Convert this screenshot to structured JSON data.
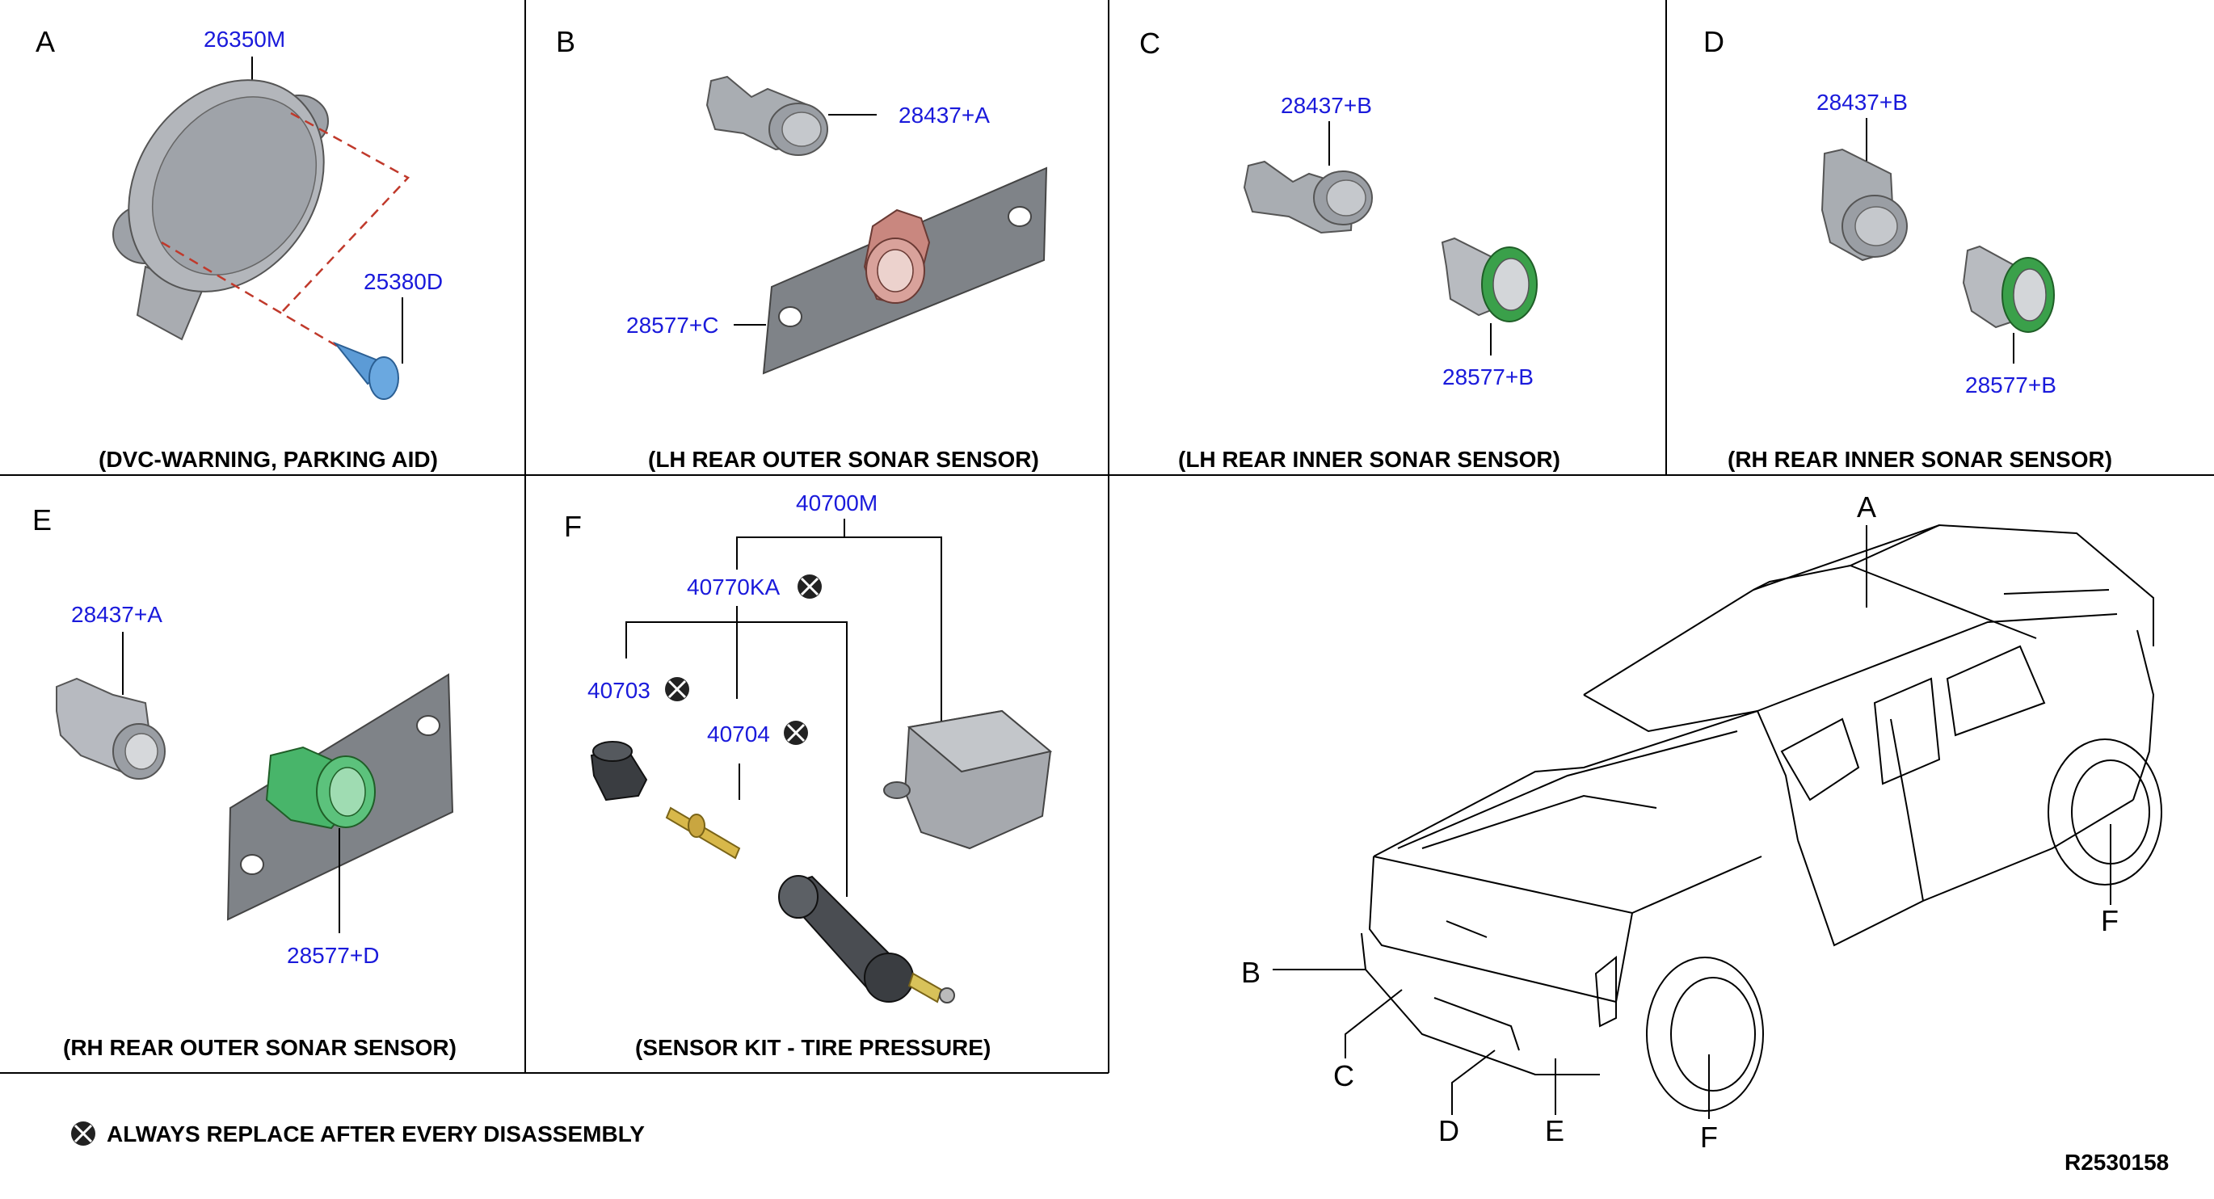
{
  "panels": {
    "A": {
      "letter": "A",
      "caption": "(DVC-WARNING, PARKING AID)",
      "parts": [
        "26350M",
        "25380D"
      ]
    },
    "B": {
      "letter": "B",
      "caption": "(LH REAR OUTER SONAR SENSOR)",
      "parts": [
        "28437+A",
        "28577+C"
      ]
    },
    "C": {
      "letter": "C",
      "caption": "(LH REAR INNER SONAR SENSOR)",
      "parts": [
        "28437+B",
        "28577+B"
      ]
    },
    "D": {
      "letter": "D",
      "caption": "(RH REAR INNER SONAR SENSOR)",
      "parts": [
        "28437+B",
        "28577+B"
      ]
    },
    "E": {
      "letter": "E",
      "caption": "(RH REAR OUTER SONAR SENSOR)",
      "parts": [
        "28437+A",
        "28577+D"
      ]
    },
    "F": {
      "letter": "F",
      "caption": "(SENSOR KIT - TIRE PRESSURE)",
      "parts": [
        "40700M",
        "40770KA",
        "40703",
        "40704"
      ]
    }
  },
  "vehicle_callouts": [
    "A",
    "B",
    "C",
    "D",
    "E",
    "F",
    "F"
  ],
  "note": "ALWAYS REPLACE AFTER EVERY DISASSEMBLY",
  "reference": "R2530158",
  "colors": {
    "part_number": "#1a1adb",
    "sealing_ring": "#3aa04a",
    "bezel": "#c9877f",
    "holder_green": "#48b56a",
    "screw": "#5c9bd6",
    "valve_core": "#d8b84a",
    "dash": "#c0392b"
  }
}
